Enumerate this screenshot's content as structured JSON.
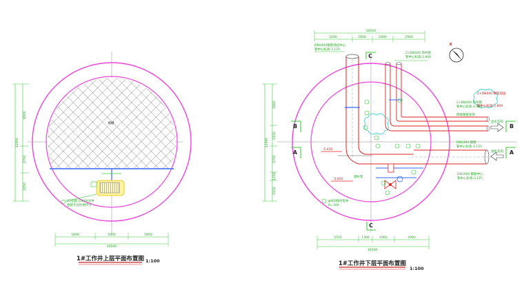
{
  "drawings": [
    {
      "title": "1#工作井上层平面布置图",
      "scale": "1:100",
      "center_label": "格栅",
      "dims_bottom": [
        "5000",
        "5000",
        "5900"
      ],
      "dim_total": "16500",
      "dims_left": [
        "6900",
        "2700",
        "2150"
      ],
      "dim_left_total": "12950",
      "note": [
        "25号钢 1300X大井",
        "直径千分比例尺寸"
      ]
    },
    {
      "title": "1#工作井下层平面布置图",
      "scale": "1:100",
      "dims_top": [
        "5200",
        "2800",
        "2800",
        "2900"
      ],
      "dim_top_total": "16500",
      "dims_bottom": [
        "5550",
        "1300",
        "1900",
        "2900"
      ],
      "dim_bottom_total": "16500",
      "dims_left": [
        "3500",
        "2150",
        "2700",
        "1250",
        "2150"
      ],
      "dim_left_total": "12950",
      "sections": {
        "c": "C",
        "b": "B",
        "a": "A"
      },
      "level_left_1": "-5.420",
      "level_left_2": "-5.820",
      "notes": {
        "tl1": "DN1400钢管顶出中心",
        "tl2": "管中心标高-3.125",
        "tr1": "2×DN400 内衬管",
        "tr2": "管中心标高-2.800",
        "r1": "2×DN400 内衬管",
        "r2": "管中心标高-2.800",
        "r3": "DN1400 钢管",
        "r4": "管中心标高-3.125",
        "rb1": "DN1400 钢管中心",
        "rb2": "管中心标高-3.125",
        "cloud1": "2×DN400 钢管加固",
        "cloud2": "管中心标高-2.800",
        "dir_b": "出水方向",
        "dir_a": "进水方向",
        "pump": "潜水泵",
        "bl1": "φ800排水泵井",
        "bl2": "H=300",
        "weld": "焊接钢管支架"
      }
    }
  ],
  "colors": {
    "ring": "#ee44dd",
    "dim": "#33cc33",
    "pipe_red": "#dd2222",
    "blue": "#3366ff",
    "cyan": "#22cccc",
    "yellow": "#eecc22"
  }
}
